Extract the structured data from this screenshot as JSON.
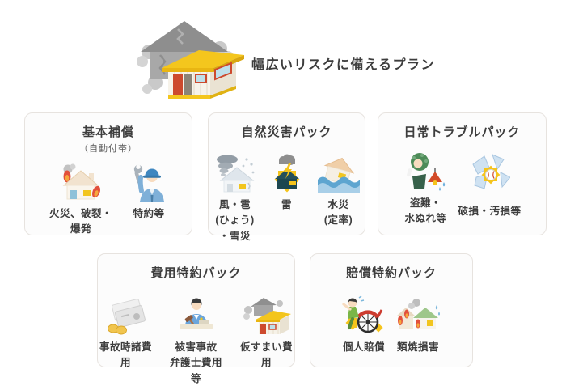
{
  "hero": {
    "title": "幅広いリスクに備えるプラン",
    "illustration": "damaged-house-with-temporary-container-house"
  },
  "colors": {
    "page_background": "#ffffff",
    "card_background": "#fcfcfc",
    "card_border": "#e7e3df",
    "title_text": "#3d3d3d",
    "accent_yellow": "#f4c61d",
    "accent_red": "#e2503c",
    "accent_blue": "#7db8dc",
    "accent_teal_house": "#1d4750"
  },
  "cards": [
    {
      "title": "基本補償",
      "subtitle": "（自動付帯）",
      "items": [
        {
          "icon": "burning-house-icon",
          "label": "火災、破裂・\n爆発"
        },
        {
          "icon": "repair-worker-icon",
          "label": "特約等"
        }
      ]
    },
    {
      "title": "自然災害パック",
      "items": [
        {
          "icon": "storm-house-icon",
          "label": "風・雹\n(ひょう)\n・雪災"
        },
        {
          "icon": "lightning-house-icon",
          "label": "雷"
        },
        {
          "icon": "flood-house-icon",
          "label": "水災\n(定率)"
        }
      ]
    },
    {
      "title": "日常トラブルパック",
      "items": [
        {
          "icon": "theft-water-leak-icon",
          "label": "盗難・\n水ぬれ等"
        },
        {
          "icon": "broken-glass-icon",
          "label": "破損・汚損等"
        }
      ]
    },
    {
      "title": "費用特約パック",
      "items": [
        {
          "icon": "expense-money-icon",
          "label": "事故時諸費用"
        },
        {
          "icon": "lawyer-icon",
          "label": "被害事故\n弁護士費用等"
        },
        {
          "icon": "temporary-house-icon",
          "label": "仮すまい費用"
        }
      ]
    },
    {
      "title": "賠償特約パック",
      "items": [
        {
          "icon": "bicycle-accident-icon",
          "label": "個人賠償"
        },
        {
          "icon": "fire-spread-icon",
          "label": "類焼損害"
        }
      ]
    }
  ]
}
